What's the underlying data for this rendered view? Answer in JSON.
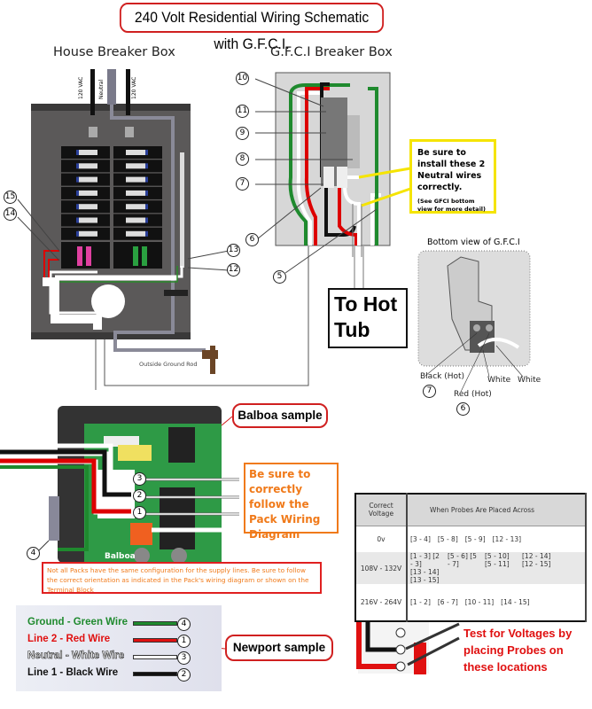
{
  "title": "240 Volt Residential Wiring Schematic with G.F.C.I.",
  "house_box": {
    "heading": "House Breaker Box",
    "wire_labels": [
      "120 VAC",
      "Neutral",
      "120 VAC"
    ],
    "ground_rod_label": "Outside Ground Rod",
    "callouts": [
      "15",
      "14",
      "13",
      "12"
    ]
  },
  "gfci_box": {
    "heading": "G.F.C.I Breaker Box",
    "callouts": [
      "10",
      "11",
      "9",
      "8",
      "7",
      "6",
      "5"
    ]
  },
  "yellow_note": {
    "text": "Be sure to install these 2 Neutral wires correctly.",
    "sub": "(See GFCI bottom view for more detail)"
  },
  "to_hot_tub": "To Hot Tub",
  "bottom_view": {
    "title": "Bottom view of G.F.C.I",
    "labels": {
      "black": "Black (Hot)",
      "black_num": "7",
      "red": "Red (Hot)",
      "red_num": "6",
      "white1": "White",
      "white2": "White"
    }
  },
  "balboa": {
    "callout": "Balboa sample",
    "terminals": [
      "3",
      "2",
      "1"
    ],
    "ground_num": "4",
    "brand": "Balboa"
  },
  "orange_note": "Be sure to correctly follow the Pack Wiring Diagram",
  "red_note": "Not all Packs have the same configuration for the supply lines. Be sure to follow the correct orientation as indicated in the Pack's wiring diagram or shown on the Terminal Block",
  "newport": {
    "callout": "Newport sample",
    "wires": [
      {
        "label": "Ground - Green Wire",
        "num": "4",
        "color": "#1f8a2e"
      },
      {
        "label": "Line 2 - Red Wire",
        "num": "1",
        "color": "#e01010"
      },
      {
        "label": "Neutral - White Wire",
        "num": "3",
        "color": "#ffffff"
      },
      {
        "label": "Line 1 - Black Wire",
        "num": "2",
        "color": "#111111"
      }
    ]
  },
  "voltage_table": {
    "headers": [
      "Correct Voltage",
      "When Probes Are Placed Across"
    ],
    "rows": [
      {
        "voltage": "0v",
        "probes": [
          "[3 - 4]",
          "[5 - 8]",
          "[5 - 9]",
          "[12 - 13]"
        ]
      },
      {
        "voltage": "108V - 132V",
        "probes": [
          "[1 - 3] [2 - 3]",
          "[5 - 6] [5 - 7]",
          "[5 - 10] [5 - 11]",
          "[12 - 14] [12 - 15]",
          "[13 - 14] [13 - 15]"
        ]
      },
      {
        "voltage": "216V - 264V",
        "probes": [
          "[1 - 2]",
          "[6 - 7]",
          "[10 - 11]",
          "[14 - 15]"
        ]
      }
    ]
  },
  "test_note": "Test for Voltages by placing Probes on these locations"
}
